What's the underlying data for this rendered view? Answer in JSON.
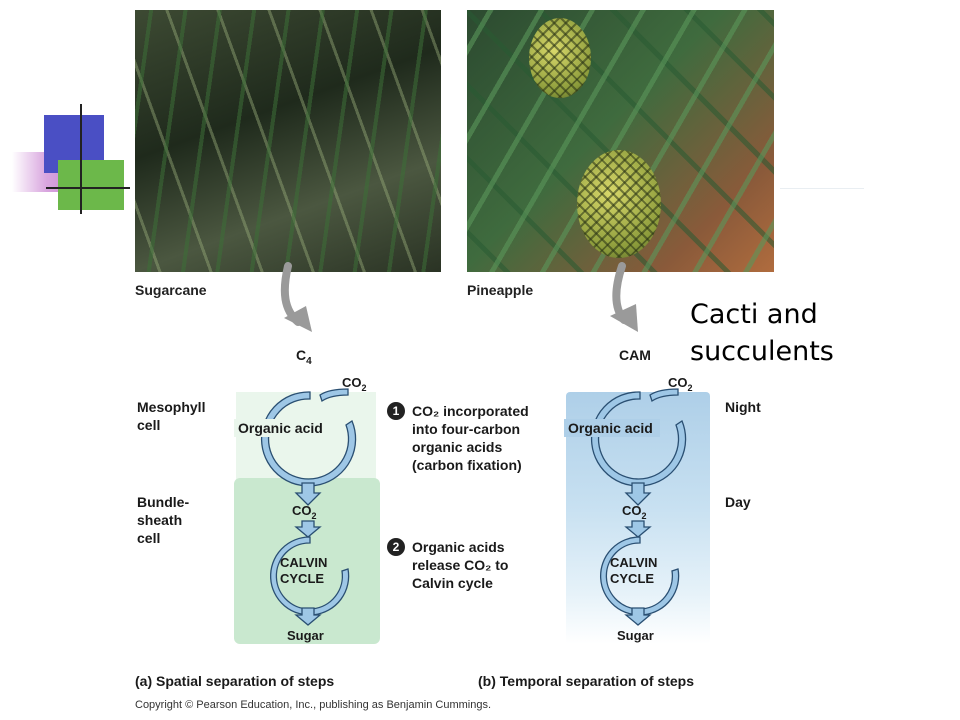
{
  "photos": {
    "sugarcane_caption": "Sugarcane",
    "pineapple_caption": "Pineapple"
  },
  "note": {
    "line1": "Cacti and",
    "line2": "succulents"
  },
  "c4": {
    "title": "C",
    "title_sub": "4",
    "mesophyll_label": [
      "Mesophyll",
      "cell"
    ],
    "bundle_label": [
      "Bundle-",
      "sheath",
      "cell"
    ]
  },
  "cam": {
    "title": "CAM",
    "night_label": "Night",
    "day_label": "Day"
  },
  "cycle": {
    "co2_main": "CO",
    "co2_sub": "2",
    "organic_acid": "Organic acid",
    "calvin_line1": "CALVIN",
    "calvin_line2": "CYCLE",
    "sugar": "Sugar"
  },
  "steps": [
    {
      "number": "1",
      "lines": [
        "CO₂ incorporated",
        "into four-carbon",
        "organic acids",
        "(carbon fixation)"
      ]
    },
    {
      "number": "2",
      "lines": [
        "Organic acids",
        "release CO₂ to",
        "Calvin cycle"
      ]
    }
  ],
  "footer": {
    "left": "(a) Spatial separation of steps",
    "right": "(b) Temporal separation of steps",
    "copyright": "Copyright © Pearson Education, Inc., publishing as Benjamin Cummings."
  },
  "colors": {
    "arrow_fill": "#9ec7e6",
    "arrow_stroke": "#2a4f72",
    "grey_arrow": "#9a9a9a",
    "bundle_bg": "#c9e8cf",
    "night_bg": "#aecfe8"
  }
}
